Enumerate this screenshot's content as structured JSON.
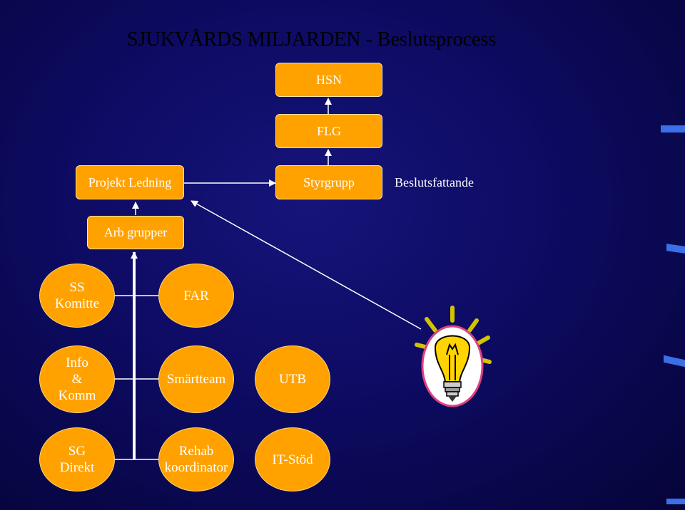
{
  "title": "SJUKVÅRDS MILJARDEN - Beslutsprocess",
  "nodes": {
    "hsn": "HSN",
    "flg": "FLG",
    "styrgrupp": "Styrgrupp",
    "projekt_ledning": "Projekt Ledning",
    "arb_grupper": "Arb grupper",
    "ss_komitte": "SS\nKomitte",
    "far": "FAR",
    "info_komm": "Info\n&\nKomm",
    "smartteam": "Smärtteam",
    "utb": "UTB",
    "sg_direkt": "SG\nDirekt",
    "rehab_koordinator": "Rehab\nkoordinator",
    "it_stod": "IT-Stöd"
  },
  "beslutsfattande_label": "Beslutsfattande",
  "colors": {
    "node_fill": "#ffa200",
    "background": "#0d0b62",
    "connector": "#ffffff",
    "title": "#000000"
  },
  "icons": {
    "idea": "lightbulb-icon"
  }
}
